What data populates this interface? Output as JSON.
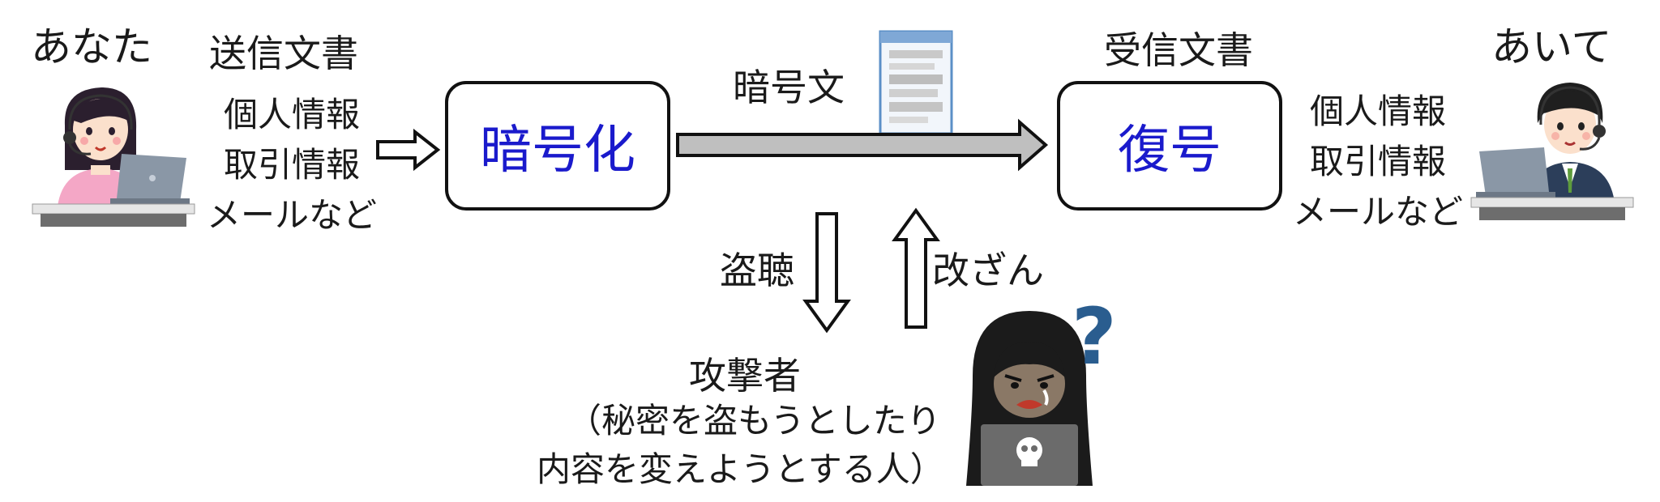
{
  "sender": {
    "name": "あなた",
    "doc_title": "送信文書",
    "items": [
      "個人情報",
      "取引情報",
      "メールなど"
    ]
  },
  "receiver": {
    "name": "あいて",
    "doc_title": "受信文書",
    "items": [
      "個人情報",
      "取引情報",
      "メールなど"
    ]
  },
  "process": {
    "encrypt": "暗号化",
    "decrypt": "復号",
    "ciphertext": "暗号文"
  },
  "threats": {
    "eavesdrop": "盗聴",
    "tamper": "改ざん"
  },
  "attacker": {
    "title": "攻撃者",
    "line1": "（秘密を盗もうとしたり",
    "line2": "内容を変えようとする人）",
    "question_mark": "?"
  },
  "colors": {
    "box_text": "#1a1acc",
    "arrow_fill": "#bfbfbf",
    "question_mark": "#2a5d8f"
  }
}
